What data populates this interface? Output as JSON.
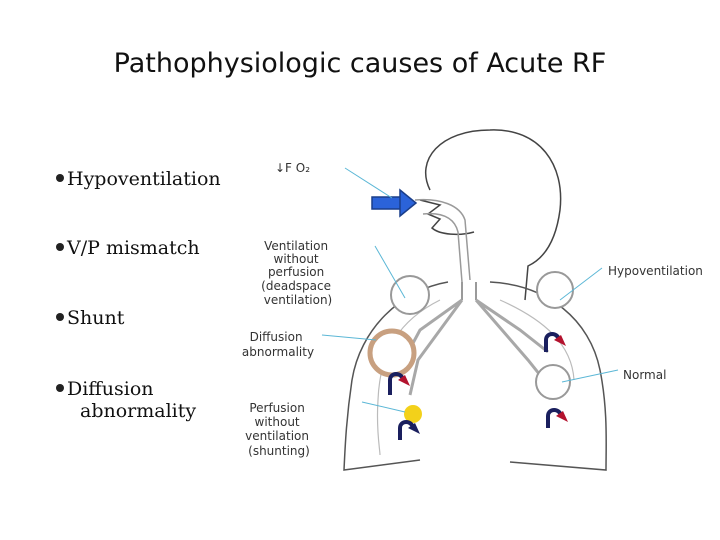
{
  "title": "Pathophysiologic causes of Acute RF",
  "bullets": [
    {
      "text": "Hypoventilation"
    },
    {
      "text": "V/P mismatch"
    },
    {
      "text": "Shunt"
    },
    {
      "text": "Diffusion",
      "sub": "abnormality"
    }
  ],
  "diagram_labels": {
    "fio2": "↓F O₂",
    "ventilation_without_perfusion": [
      "Ventilation",
      "without",
      "perfusion",
      "(deadspace",
      "ventilation)"
    ],
    "diffusion_abnormality": [
      "Diffusion",
      "abnormality"
    ],
    "perfusion_without_ventilation": [
      "Perfusion",
      "without",
      "ventilation",
      "(shunting)"
    ],
    "hypoventilation": "Hypoventilation",
    "normal": "Normal"
  },
  "colors": {
    "arrow_blue": "#2b63d9",
    "leader_line": "#5bb7d6",
    "blood_red": "#b3122e",
    "blood_navy": "#1a1f5e",
    "shunt_yellow": "#f3d11a"
  }
}
